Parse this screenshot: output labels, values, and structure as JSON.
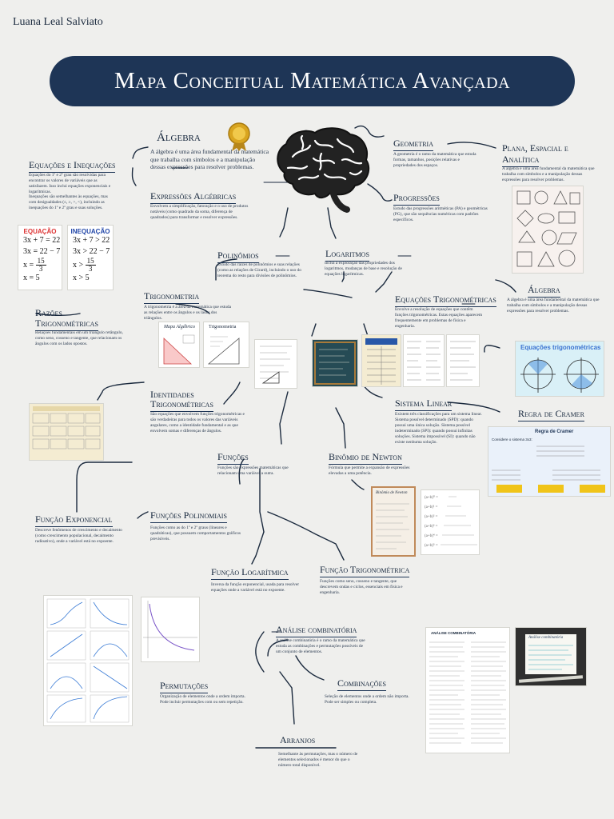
{
  "author": "Luana Leal Salviato",
  "title": "Mapa Conceitual Matemática Avançada",
  "nodes": {
    "algebra": {
      "label": "Álgebra",
      "desc": "A álgebra é uma área fundamental da matemática que trabalha com símbolos e a manipulação dessas expressões para resolver problemas."
    },
    "equacoes_inequacoes": {
      "label": "Equações e Inequações",
      "desc1": "Equações do 1º e 2º grau são resolvidas para encontrar os valores de variáveis que as satisfazem. Isso inclui equações exponenciais e logarítmicas.",
      "desc2": "Inequações são semelhantes às equações, mas com desigualdades (≤, ≥, >, <), incluindo as inequações do 1º e 2º grau e suas soluções."
    },
    "expressoes_algebricas": {
      "label": "Expressões Algébricas",
      "desc": "Envolvem a simplificação, fatoração e o uso de produtos notáveis (como quadrado da soma, diferença de quadrados) para transformar e resolver expressões."
    },
    "geometria": {
      "label": "Geometria",
      "desc": "A geometria é o ramo da matemática que estuda formas, tamanhos, posições relativas e propriedades dos espaços."
    },
    "plana": {
      "label_line1": "Plana, Espacial e",
      "label_line2": "Analítica",
      "desc": "A álgebra é uma área fundamental da matemática que trabalha com símbolos e a manipulação dessas expressões para resolver problemas."
    },
    "progressoes": {
      "label": "Progressões",
      "desc": "Estudo das progressões aritméticas (PA) e geométricas (PG), que são sequências numéricas com padrões específicos."
    },
    "algebra2": {
      "label": "Álgebra",
      "desc": "A álgebra é uma área fundamental da matemática que trabalha com símbolos e a manipulação dessas expressões para resolver problemas."
    },
    "polinomios": {
      "label": "Polinômios",
      "desc": "Estudo das raízes de polinômios e suas relações (como as relações de Girard), incluindo o uso do teorema do resto para divisões de polinômios."
    },
    "logaritmos": {
      "label": "Logaritmos",
      "desc": "Inclui a exploração das propriedades dos logaritmos, mudanças de base e resolução de equações logarítmicas."
    },
    "trigonometria": {
      "label": "Trigonometria",
      "desc": "A trigonometria é a área da matemática que estuda as relações entre os ângulos e os lados dos triângulos."
    },
    "razoes": {
      "label_line1": "Razões",
      "label_line2": "Trigonométricas",
      "desc": "Relações fundamentais em um triângulo retângulo, como seno, cosseno e tangente, que relacionam os ângulos com os lados opostos."
    },
    "eq_trig": {
      "label": "Equações Trigonométricas",
      "desc": "Envolve a resolução de equações que contêm funções trigonométricas. Estas equações aparecem frequentemente em problemas de física e engenharia."
    },
    "identidades": {
      "label_line1": "Identidades",
      "label_line2": "Trigonométricas",
      "desc": "São equações que envolvem funções trigonométricas e são verdadeiras para todos os valores das variáveis angulares, como a identidade fundamental e as que envolvem somas e diferenças de ângulos."
    },
    "sistema_linear": {
      "label": "Sistema Linear",
      "desc": "Existem três classificações para um sistema linear. Sistema possível determinado (SPD): quando possui uma única solução. Sistema possível indeterminado (SPI): quando possui infinitas soluções. Sistema impossível (SI): quando não existe nenhuma solução."
    },
    "cramer": {
      "label": "Regra de Cramer"
    },
    "funcoes": {
      "label": "Funções",
      "desc": "Funções são expressões matemáticas que relacionam uma variável a outra."
    },
    "binomio": {
      "label": "Binômio de Newton",
      "desc": "Fórmula que permite a expansão de expressões elevadas a uma potência."
    },
    "func_exp": {
      "label": "Função Exponencial",
      "desc": "Descreve fenômenos de crescimento e decaimento (como crescimento populacional, decaimento radioativo), onde a variável está no expoente."
    },
    "func_pol": {
      "label": "Funções Polinomiais",
      "desc": "Funções como as do 1º e 2º graus (lineares e quadráticas), que possuem comportamentos gráficos previsíveis."
    },
    "func_log": {
      "label": "Função Logarítmica",
      "desc": "Inversa da função exponencial, usada para resolver equações onde a variável está no expoente."
    },
    "func_trig": {
      "label": "Função Trigonométrica",
      "desc": "Funções como seno, cosseno e tangente, que descrevem ondas e ciclos, essenciais em física e engenharia."
    },
    "analise": {
      "label": "Análise combinatória",
      "desc": "A análise combinatória é o ramo da matemática que estuda as combinações e permutações possíveis de um conjunto de elementos."
    },
    "permutacoes": {
      "label": "Permutações",
      "desc": "Organização de elementos onde a ordem importa. Pode incluir permutações com ou sem repetição."
    },
    "combinacoes": {
      "label": "Combinações",
      "desc": "Seleção de elementos onde a ordem não importa. Pode ser simples ou completa."
    },
    "arranjos": {
      "label": "Arranjos",
      "desc": "Semelhante às permutações, mas o número de elementos selecionados é menor do que o número total disponível."
    }
  },
  "images": {
    "equacao": {
      "header": "EQUAÇÃO",
      "lines": [
        "3x + 7 = 22",
        "3x = 22 − 7"
      ],
      "frac_left": "x =",
      "frac_num": "15",
      "frac_den": "3",
      "last": "x = 5"
    },
    "inequacao": {
      "header": "INEQUAÇÃO",
      "lines": [
        "3x + 7 > 22",
        "3x > 22 − 7"
      ],
      "frac_left": "x >",
      "frac_num": "15",
      "frac_den": "3",
      "last": "x > 5"
    },
    "eq_trig_banner": "Equações trigonométricas",
    "cramer_title": "Regra de Cramer",
    "cramer_sub": "Considere o sistema 3x3:",
    "mapa_label": "Mapa Algébrico",
    "trig_label": "Trigonometria",
    "binomio_label": "Binômio de Newton",
    "analise_label": "ANÁLISE COMBINATÓRIA",
    "analise2_label": "Análise combinatória"
  },
  "colors": {
    "banner": "#1e3556",
    "background": "#efefed",
    "accent_gold": "#d9a520"
  }
}
